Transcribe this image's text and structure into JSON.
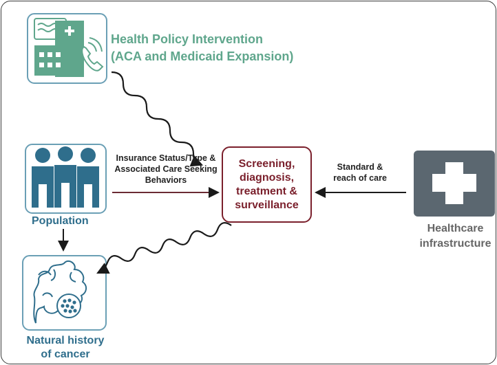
{
  "policy": {
    "title_line1": "Health Policy Intervention",
    "title_line2": "(ACA and Medicaid Expansion)",
    "color": "#5fa68c"
  },
  "population": {
    "label": "Population",
    "color": "#2f6e8c"
  },
  "natural_history": {
    "label_line1": "Natural history",
    "label_line2": "of cancer",
    "color": "#2f6e8c"
  },
  "insurance": {
    "line1": "Insurance Status/Type &",
    "line2": "Associated Care Seeking",
    "line3": "Behaviors"
  },
  "center": {
    "line1": "Screening,",
    "line2": "diagnosis,",
    "line3": "treatment &",
    "line4": "surveillance",
    "color": "#7a1f2b"
  },
  "standard": {
    "line1": "Standard &",
    "line2": "reach of care"
  },
  "infrastructure": {
    "label_line1": "Healthcare",
    "label_line2": "infrastructure",
    "color": "#666666"
  },
  "icons": {
    "policy": "hospital-phone-icon",
    "population": "people-group-icon",
    "natural_history": "tumor-cell-icon",
    "infrastructure": "medical-cross-icon"
  }
}
